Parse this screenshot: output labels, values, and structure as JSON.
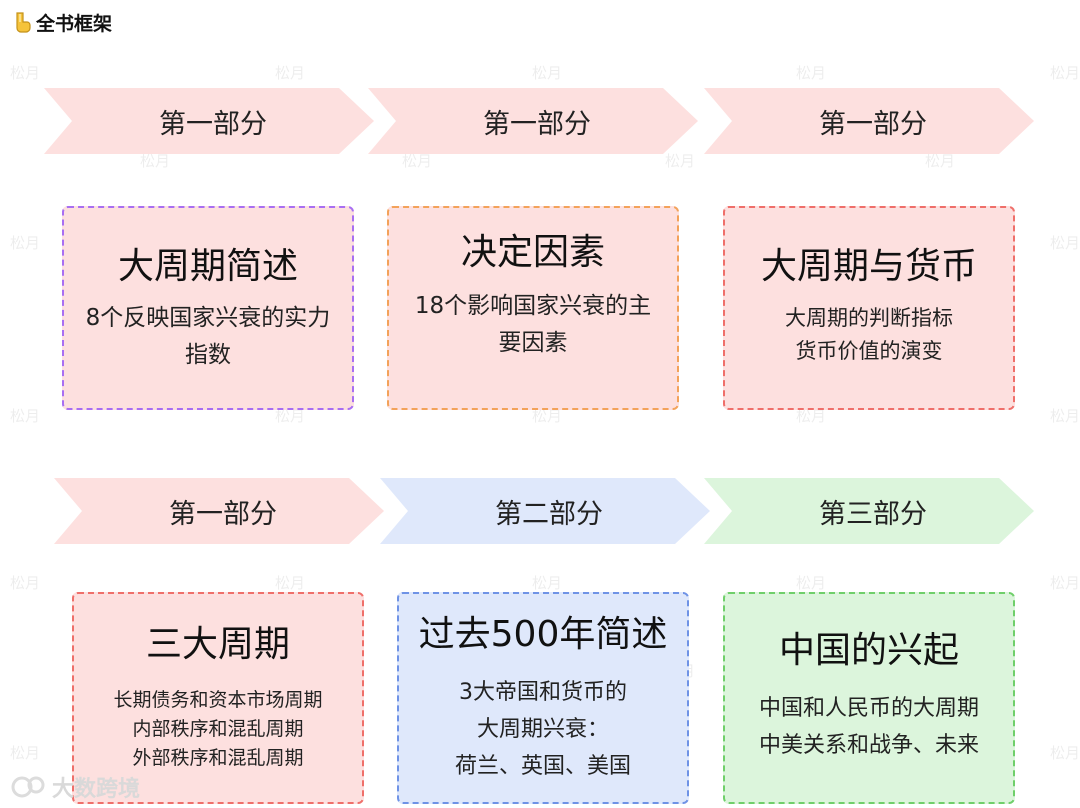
{
  "header": {
    "title": "全书框架",
    "icon": "pointing-hand-icon"
  },
  "rows": [
    {
      "arrows": [
        {
          "label": "第一部分",
          "color": "#fde0df"
        },
        {
          "label": "第一部分",
          "color": "#fde0df"
        },
        {
          "label": "第一部分",
          "color": "#fde0df"
        }
      ],
      "cards": [
        {
          "title": "大周期简述",
          "lines": [
            "8个反映国家兴衰的实力",
            "指数"
          ],
          "bg": "#fde0df",
          "border": "#a86ef2"
        },
        {
          "title": "决定因素",
          "lines": [
            "18个影响国家兴衰的主",
            "要因素"
          ],
          "bg": "#fde0df",
          "border": "#f3a25a"
        },
        {
          "title": "大周期与货币",
          "lines": [
            "大周期的判断指标",
            "货币价值的演变"
          ],
          "bg": "#fde0df",
          "border": "#ef6f6a"
        }
      ]
    },
    {
      "arrows": [
        {
          "label": "第一部分",
          "color": "#fde0df"
        },
        {
          "label": "第二部分",
          "color": "#dfe8fb"
        },
        {
          "label": "第三部分",
          "color": "#dcf5dc"
        }
      ],
      "cards": [
        {
          "title": "三大周期",
          "lines": [
            "长期债务和资本市场周期",
            "内部秩序和混乱周期",
            "外部秩序和混乱周期"
          ],
          "bg": "#fde0df",
          "border": "#ef6f6a"
        },
        {
          "title": "过去500年简述",
          "lines": [
            "3大帝国和货币的",
            "大周期兴衰：",
            "荷兰、英国、美国"
          ],
          "bg": "#dfe8fb",
          "border": "#6f93e6"
        },
        {
          "title": "中国的兴起",
          "lines": [
            "中国和人民币的大周期",
            "中美关系和战争、未来"
          ],
          "bg": "#dcf5dc",
          "border": "#6fcf6a"
        }
      ]
    }
  ],
  "watermark_text": "松月",
  "footer": {
    "text": "大数跨境",
    "icon": "brand-logo-icon"
  }
}
